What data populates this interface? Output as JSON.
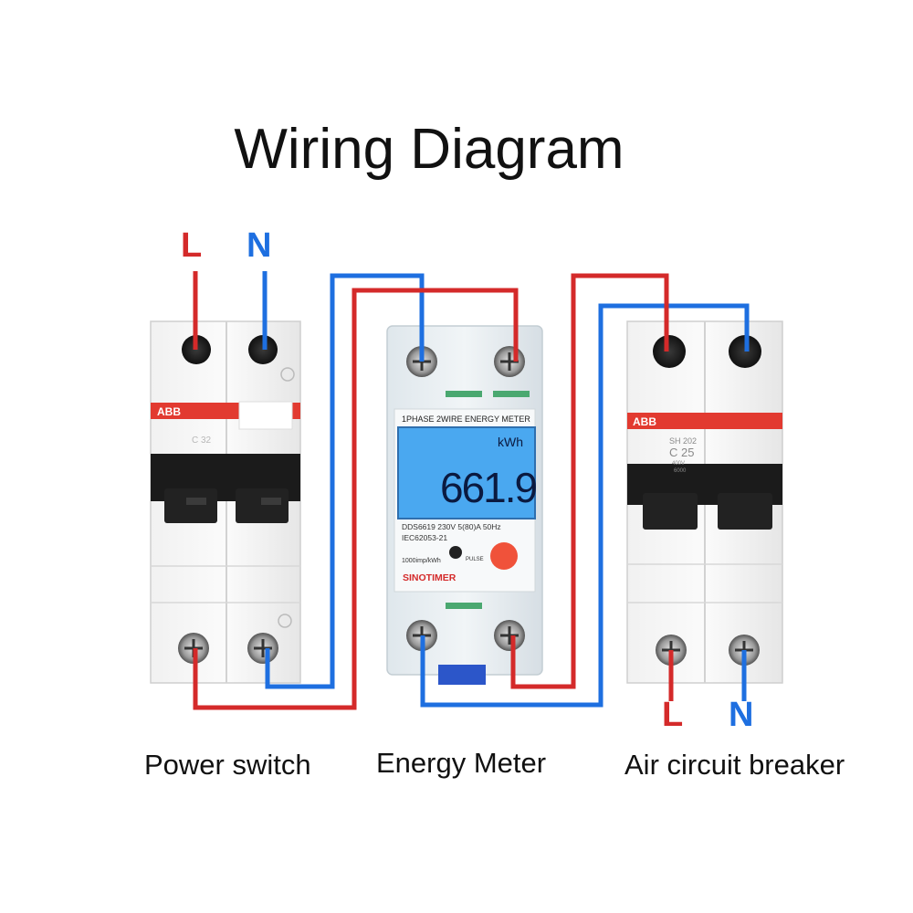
{
  "title": "Wiring Diagram",
  "labels": {
    "input_line": "L",
    "input_neutral": "N",
    "output_line": "L",
    "output_neutral": "N"
  },
  "captions": {
    "power_switch": "Power switch",
    "energy_meter": "Energy Meter",
    "air_breaker": "Air circuit breaker"
  },
  "power_switch": {
    "brand": "ABB",
    "rating": "C 32"
  },
  "meter": {
    "header": "1PHASE 2WIRE ENERGY METER",
    "unit": "kWh",
    "reading": "661.9",
    "spec_line1": "DDS6619  230V  5(80)A  50Hz",
    "spec_line2": "IEC62053-21",
    "impulse": "1000imp/kWh",
    "pulse": "PULSE",
    "brand": "SINOTIMER"
  },
  "breaker": {
    "brand": "ABB",
    "model": "SH 202",
    "rating": "C 25",
    "voltage": "400V",
    "capacity": "6000"
  },
  "colors": {
    "line": "#d42a2a",
    "neutral": "#1e6fe0",
    "lcd": "#4aa8f0",
    "pulse_button": "#f0523a"
  }
}
